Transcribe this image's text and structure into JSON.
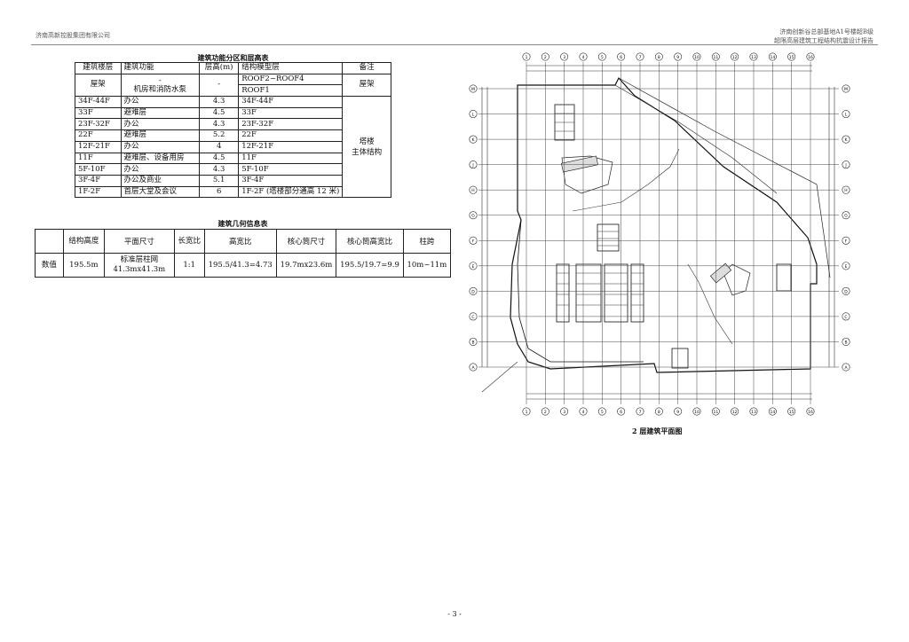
{
  "header": {
    "company": "济南高新控股集团有限公司",
    "project_line1": "济南创新谷总部基地A1号楼超B级",
    "project_line2": "超限高层建筑工程结构抗震设计报告"
  },
  "table1": {
    "caption": "建筑功能分区和层高表",
    "headers": [
      "建筑楼层",
      "建筑功能",
      "层高(m)",
      "结构模型层",
      "备注"
    ],
    "roof": {
      "floor": "屋架",
      "func_top": "-",
      "func_bottom": "机房和消防水泵",
      "height": "-",
      "model_top": "ROOF2~ROOF4",
      "model_bottom": "ROOF1",
      "note": "屋架"
    },
    "rows": [
      {
        "floor": "34F-44F",
        "func": "办公",
        "height": "4.3",
        "model": "34F-44F"
      },
      {
        "floor": "33F",
        "func": "避难层",
        "height": "4.5",
        "model": "33F"
      },
      {
        "floor": "23F-32F",
        "func": "办公",
        "height": "4.3",
        "model": "23F-32F"
      },
      {
        "floor": "22F",
        "func": "避难层",
        "height": "5.2",
        "model": "22F"
      },
      {
        "floor": "12F-21F",
        "func": "办公",
        "height": "4",
        "model": "12F-21F"
      },
      {
        "floor": "11F",
        "func": "避难层、设备用房",
        "height": "4.5",
        "model": "11F"
      },
      {
        "floor": "5F-10F",
        "func": "办公",
        "height": "4.3",
        "model": "5F-10F"
      },
      {
        "floor": "3F-4F",
        "func": "办公及商业",
        "height": "5.1",
        "model": "3F-4F"
      },
      {
        "floor": "1F-2F",
        "func": "首层大堂及会议",
        "height": "6",
        "model": "1F-2F (塔楼部分通高 12 米)"
      }
    ],
    "note_main_line1": "塔楼",
    "note_main_line2": "主体结构"
  },
  "table2": {
    "caption": "建筑几何信息表",
    "headers": [
      "",
      "结构高度",
      "平面尺寸",
      "长宽比",
      "高宽比",
      "核心筒尺寸",
      "核心筒高宽比",
      "柱跨"
    ],
    "row_label": "数值",
    "values": [
      "195.5m",
      "标准层柱网 41.3mx41.3m",
      "1:1",
      "195.5/41.3=4.73",
      "19.7mx23.6m",
      "195.5/19.7=9.9",
      "10m~11m"
    ]
  },
  "plan": {
    "caption": "2 层建筑平面图",
    "grid_top": [
      "1",
      "2",
      "3",
      "4",
      "5",
      "6",
      "7",
      "8",
      "9",
      "10",
      "11",
      "12",
      "13",
      "14",
      "15",
      "16"
    ],
    "grid_left": [
      "M",
      "L",
      "K",
      "J",
      "H",
      "G",
      "F",
      "E",
      "D",
      "C",
      "B",
      "A"
    ]
  },
  "footer": {
    "page": "- 3 -"
  }
}
